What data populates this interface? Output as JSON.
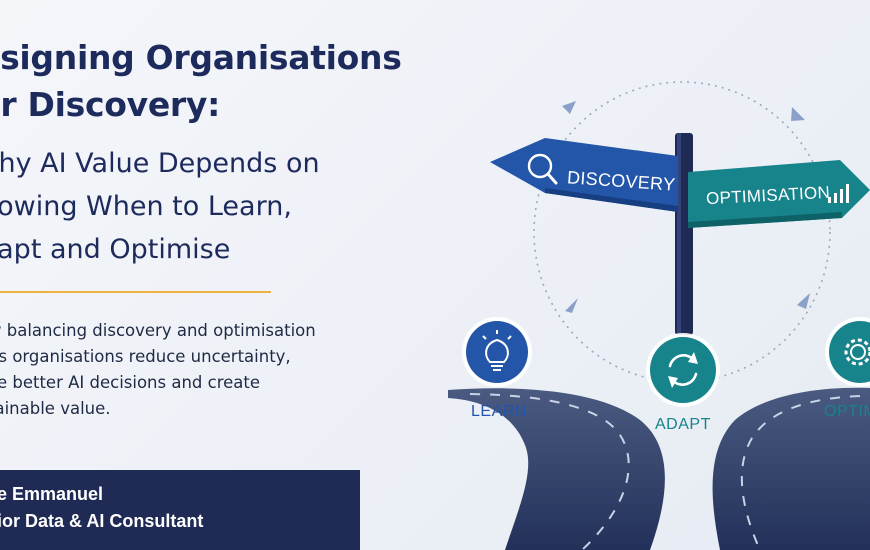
{
  "title": {
    "line1": "esigning Organisations",
    "line2": "or Discovery:"
  },
  "subtitle": {
    "line1": "Vhy AI Value Depends on",
    "line2": "nowing When to Learn,",
    "line3": "dapt and Optimise"
  },
  "body": {
    "line1": "w balancing discovery and optimisation",
    "line2": "ps organisations reduce uncertainty,",
    "line3": "ke better AI decisions and create",
    "line4": "tainable value."
  },
  "author": {
    "name": "de Emmanuel",
    "role": "nior Data & AI Consultant"
  },
  "signs": {
    "discovery": "DISCOVERY",
    "optimisation": "OPTIMISATION"
  },
  "stages": {
    "learn": "LEARN",
    "adapt": "ADAPT",
    "optimise": "OPTIM"
  },
  "colors": {
    "navy": "#1d2a5c",
    "accent_gold": "#f0b23f",
    "blue_sign": "#2356a8",
    "teal_sign": "#17838b",
    "road": "#2f3f66"
  },
  "icons": {
    "discovery": "magnifier-icon",
    "optimisation": "bar-chart-icon",
    "learn": "lightbulb-icon",
    "adapt": "refresh-icon",
    "optimise": "gear-icon"
  }
}
